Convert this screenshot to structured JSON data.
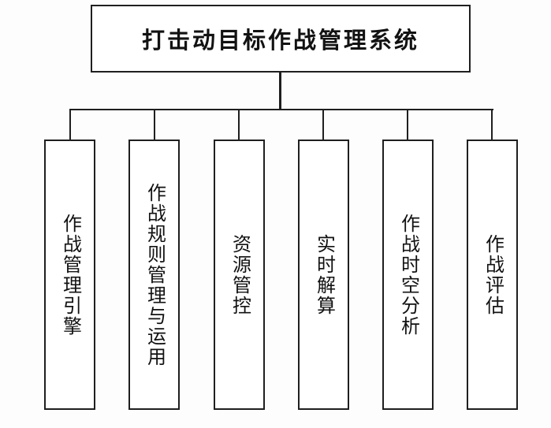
{
  "diagram": {
    "title": "打击动目标作战管理系统",
    "modules": [
      {
        "label": "作战管理引擎"
      },
      {
        "label": "作战规则管理与运用"
      },
      {
        "label": "资源管控"
      },
      {
        "label": "实时解算"
      },
      {
        "label": "作战时空分析"
      },
      {
        "label": "作战评估"
      }
    ],
    "colors": {
      "border": "#1f1f1f",
      "text": "#121212",
      "background": "#fdfdfd"
    }
  }
}
